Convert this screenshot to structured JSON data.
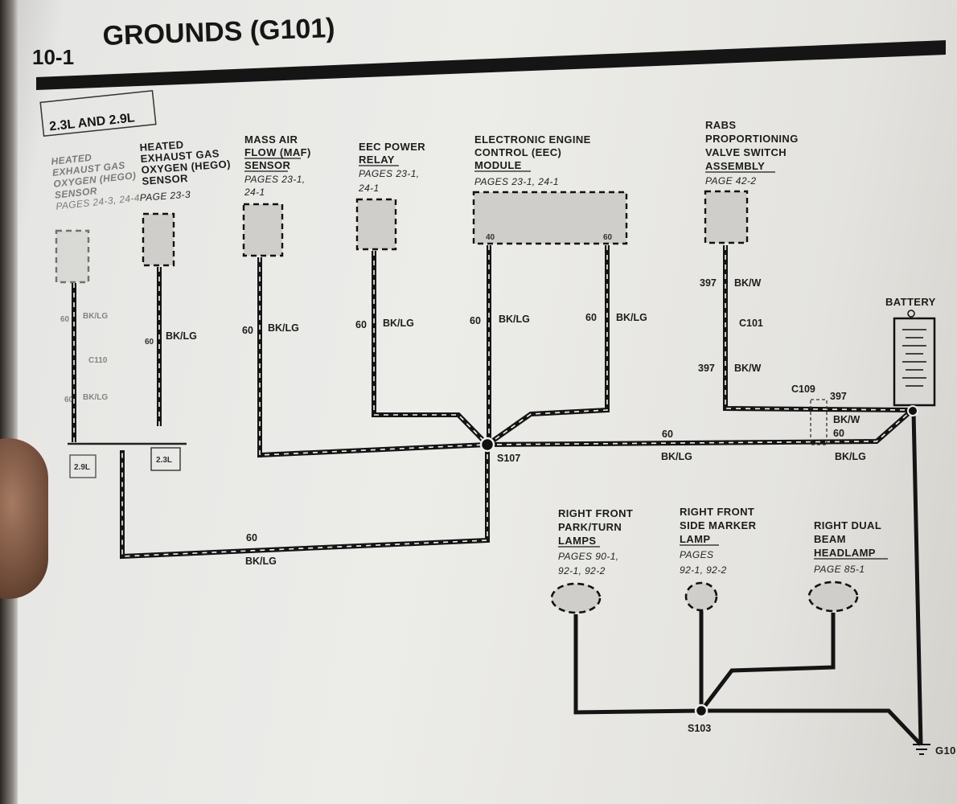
{
  "header": {
    "section": "10-1",
    "title": "GROUNDS (G101)"
  },
  "engine_tag": "2.3L AND 2.9L",
  "components": {
    "hego1": {
      "name": [
        "HEATED",
        "EXHAUST GAS",
        "OXYGEN (HEGO)",
        "SENSOR"
      ],
      "pages": [
        "PAGES 24-3, 24-4"
      ]
    },
    "hego2": {
      "name": [
        "HEATED",
        "EXHAUST GAS",
        "OXYGEN (HEGO)",
        "SENSOR"
      ],
      "pages": [
        "PAGE 23-3"
      ]
    },
    "maf": {
      "name": [
        "MASS AIR",
        "FLOW (MAF)",
        "SENSOR"
      ],
      "pages": [
        "PAGES 23-1,",
        "24-1"
      ]
    },
    "relay": {
      "name": [
        "EEC POWER",
        "RELAY"
      ],
      "pages": [
        "PAGES 23-1,",
        "24-1"
      ]
    },
    "eec": {
      "name": [
        "ELECTRONIC ENGINE",
        "CONTROL (EEC)",
        "MODULE"
      ],
      "pages": [
        "PAGES 23-1, 24-1"
      ],
      "pins": [
        "40",
        "60"
      ]
    },
    "rabs": {
      "name": [
        "RABS",
        "PROPORTIONING",
        "VALVE SWITCH",
        "ASSEMBLY"
      ],
      "pages": [
        "PAGE 42-2"
      ]
    },
    "battery": {
      "name": "BATTERY"
    },
    "park": {
      "name": [
        "RIGHT FRONT",
        "PARK/TURN",
        "LAMPS"
      ],
      "pages": [
        "PAGES 90-1,",
        "92-1, 92-2"
      ]
    },
    "side": {
      "name": [
        "RIGHT FRONT",
        "SIDE MARKER",
        "LAMP"
      ],
      "pages": [
        "PAGES",
        "92-1, 92-2"
      ]
    },
    "head": {
      "name": [
        "RIGHT DUAL",
        "BEAM",
        "HEADLAMP"
      ],
      "pages": [
        "PAGE 85-1"
      ]
    }
  },
  "engine_boxes": [
    "2.9L",
    "2.3L"
  ],
  "wire_labels": {
    "circuit_60": "60",
    "circuit_397": "397",
    "color_bklg": "BK/LG",
    "color_bkw": "BK/W"
  },
  "connectors": {
    "c110": "C110",
    "c101": "C101",
    "c109": "C109"
  },
  "splices": {
    "s107": "S107",
    "s103": "S103"
  },
  "ground": "G10"
}
